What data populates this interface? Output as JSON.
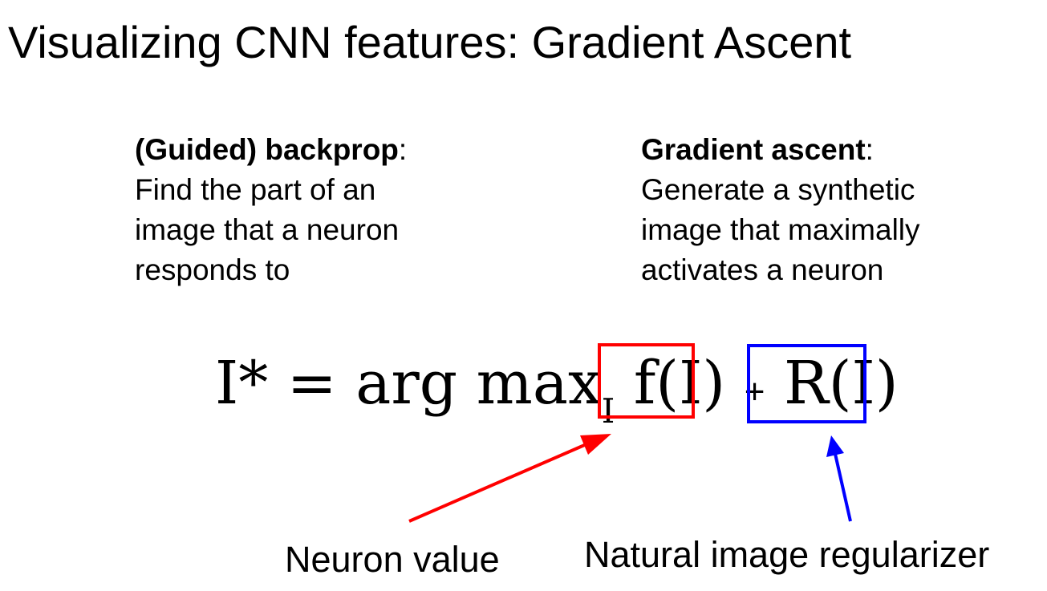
{
  "slide": {
    "title": "Visualizing CNN features: Gradient Ascent",
    "left_column": {
      "heading": "(Guided) backprop",
      "colon": ":",
      "lines": [
        "Find the part of an",
        "image that a neuron",
        "responds to"
      ]
    },
    "right_column": {
      "heading": "Gradient ascent",
      "colon": ":",
      "lines": [
        "Generate a synthetic",
        "image that maximally",
        "activates a neuron"
      ]
    },
    "equation": {
      "lhs": "I* = arg max",
      "subscript": "I",
      "term1": "f(I)",
      "plus": "+",
      "term2": "R(I)"
    },
    "annotations": {
      "neuron_value": "Neuron value",
      "regularizer": "Natural image regularizer"
    },
    "colors": {
      "red": "#ff0000",
      "blue": "#0000ff"
    }
  }
}
